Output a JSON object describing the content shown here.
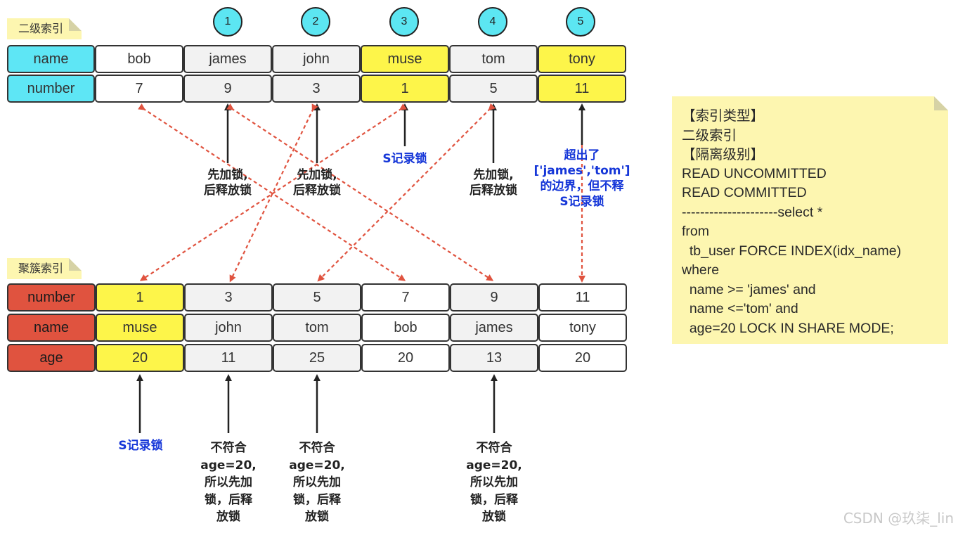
{
  "secondary_index": {
    "tag": "二级索引",
    "row_numbers": [
      "1",
      "2",
      "3",
      "4",
      "5"
    ],
    "header_name": "name",
    "header_number": "number",
    "columns": [
      {
        "name": "bob",
        "number": "7"
      },
      {
        "name": "james",
        "number": "9"
      },
      {
        "name": "john",
        "number": "3"
      },
      {
        "name": "muse",
        "number": "1"
      },
      {
        "name": "tom",
        "number": "5"
      },
      {
        "name": "tony",
        "number": "11"
      }
    ]
  },
  "clustered_index": {
    "tag": "聚簇索引",
    "header_number": "number",
    "header_name": "name",
    "header_age": "age",
    "columns": [
      {
        "number": "1",
        "name": "muse",
        "age": "20"
      },
      {
        "number": "3",
        "name": "john",
        "age": "11"
      },
      {
        "number": "5",
        "name": "tom",
        "age": "25"
      },
      {
        "number": "7",
        "name": "bob",
        "age": "20"
      },
      {
        "number": "9",
        "name": "james",
        "age": "13"
      },
      {
        "number": "11",
        "name": "tony",
        "age": "20"
      }
    ]
  },
  "labels": {
    "james_lock": [
      "先加锁,",
      "后释放锁"
    ],
    "john_lock": [
      "先加锁,",
      "后释放锁"
    ],
    "muse_lock": [
      "S记录锁"
    ],
    "tom_lock": [
      "先加锁,",
      "后释放锁"
    ],
    "tony_lock": [
      "超出了",
      "['james','tom']",
      "的边界，但不释",
      "S记录锁"
    ],
    "muse_row_lock": [
      "S记录锁"
    ],
    "john_row": [
      "不符合",
      "age=20,",
      "所以先加",
      "锁，后释",
      "放锁"
    ],
    "tom_row": [
      "不符合",
      "age=20,",
      "所以先加",
      "锁，后释",
      "放锁"
    ],
    "james_row": [
      "不符合",
      "age=20,",
      "所以先加",
      "锁，后释",
      "放锁"
    ]
  },
  "note": {
    "lines": [
      "【索引类型】",
      "二级索引",
      "【隔离级别】",
      "READ UNCOMMITTED",
      "READ COMMITTED",
      "---------------------select *",
      "from",
      "  tb_user FORCE INDEX(idx_name)",
      "where",
      "  name >= 'james' and",
      "  name <='tom' and",
      "  age=20 LOCK IN SHARE MODE;"
    ]
  },
  "watermark": "CSDN @玖柒_lin",
  "colors": {
    "cyan_header": "#5ee6f5",
    "red_header": "#e0533f",
    "highlight_yellow": "#fdf54a",
    "arrow_red": "#e0533f",
    "label_blue": "#1536d8",
    "note_bg": "#fdf6b0"
  }
}
